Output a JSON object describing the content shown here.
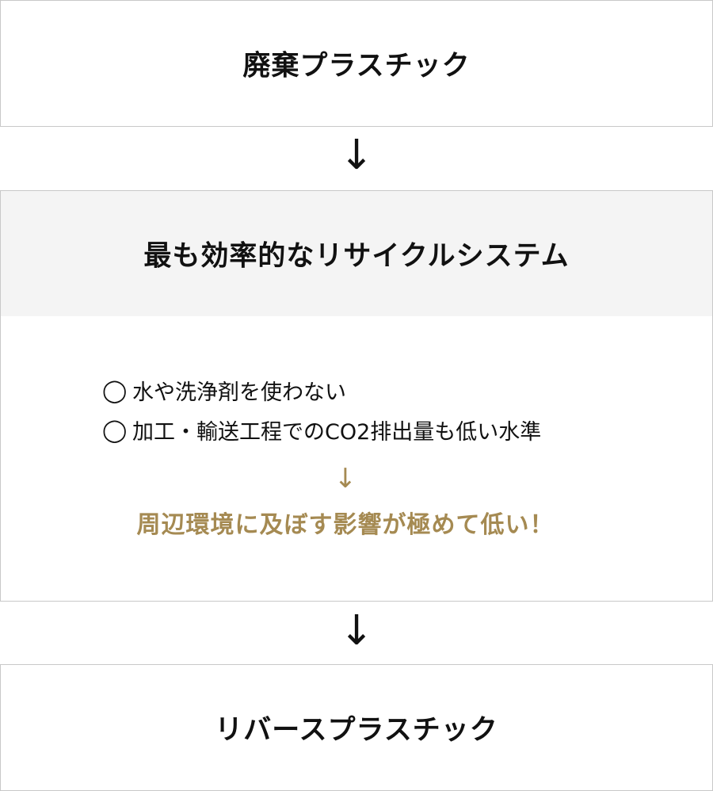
{
  "steps": {
    "input": "廃棄プラスチック",
    "process": "最も効率的なリサイクルシステム",
    "output": "リバースプラスチック"
  },
  "arrows": {
    "main": "↓",
    "inner": "↓"
  },
  "process_details": {
    "marker": "◯",
    "features": [
      "水や洗浄剤を使わない",
      "加工・輸送工程でのCO2排出量も低い水準"
    ],
    "result": "周辺環境に及ぼす影響が極めて低い！"
  },
  "colors": {
    "accent": "#a58a52",
    "border": "#c8c8c8",
    "header_bg": "#f4f4f4"
  }
}
